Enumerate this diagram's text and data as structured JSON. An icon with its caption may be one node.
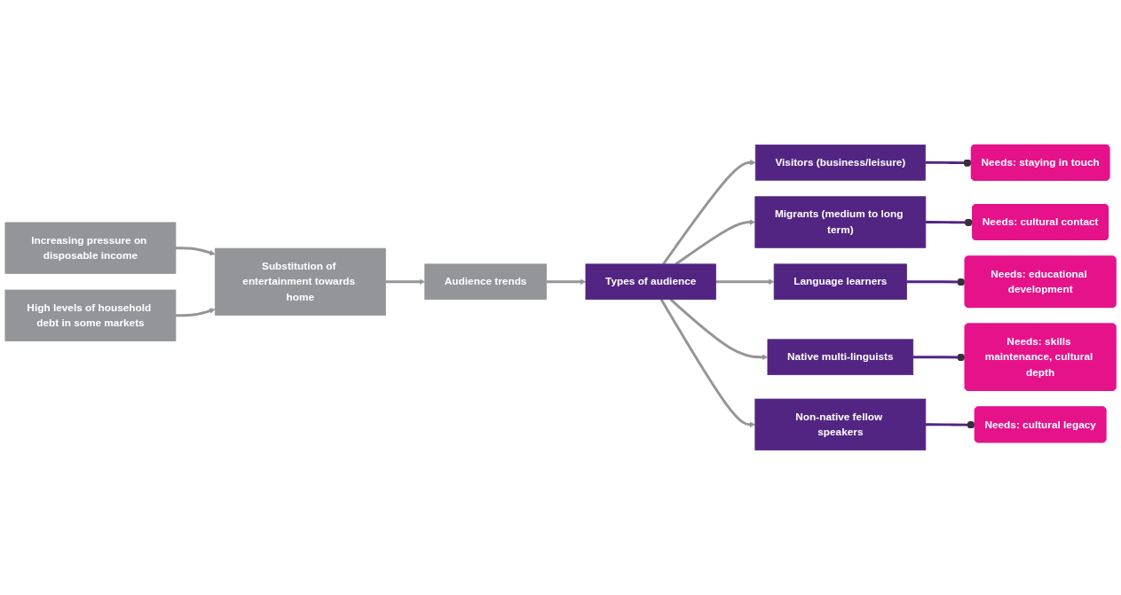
{
  "diagram": {
    "nodes": [
      {
        "text": [
          "Increasing pressure on disposable income"
        ]
      },
      {
        "text": [
          "Substitution of entertainment towards home"
        ]
      },
      {
        "text": [
          "High levels of household debt in some markets"
        ]
      },
      {
        "text": [
          "Audience trends"
        ]
      },
      {
        "text": [
          "Types of audience"
        ]
      },
      {
        "text": [
          "Visitors (business/leisure)"
        ]
      },
      {
        "text": [
          "Needs: staying in touch"
        ]
      },
      {
        "text": [
          "Migrants (medium to long term)"
        ]
      },
      {
        "text": [
          "Needs: cultural contact"
        ]
      },
      {
        "text": [
          "Language learners"
        ]
      },
      {
        "text": [
          "Needs: educational development"
        ]
      },
      {
        "text": [
          "Native multi-linguists"
        ]
      },
      {
        "text": [
          "Needs: skills maintenance, cultural depth"
        ]
      },
      {
        "text": [
          "Non-native fellow speakers"
        ]
      },
      {
        "text": [
          "Needs: cultural legacy"
        ]
      }
    ],
    "edges": [
      {
        "from": 0,
        "to": 1,
        "arrow": "to"
      },
      {
        "from": 2,
        "to": 1,
        "arrow": "to"
      },
      {
        "from": 1,
        "to": 3,
        "arrow": "to"
      },
      {
        "from": 3,
        "to": 4,
        "arrow": "to"
      },
      {
        "from": 4,
        "to": 5,
        "arrow": "to"
      },
      {
        "from": 4,
        "to": 7,
        "arrow": "to"
      },
      {
        "from": 4,
        "to": 9,
        "arrow": "to"
      },
      {
        "from": 4,
        "to": 11,
        "arrow": "to"
      },
      {
        "from": 4,
        "to": 13,
        "arrow": "to"
      },
      {
        "from": 5,
        "to": 6,
        "arrow": "other",
        "color": "#522583"
      },
      {
        "from": 7,
        "to": 8,
        "arrow": "other",
        "color": "#522583"
      },
      {
        "from": 9,
        "to": 10,
        "arrow": "other",
        "color": "#522583"
      },
      {
        "from": 11,
        "to": 12,
        "arrow": "other",
        "color": "#522583"
      },
      {
        "from": 13,
        "to": 14,
        "arrow": "other",
        "color": "#522583"
      }
    ]
  }
}
